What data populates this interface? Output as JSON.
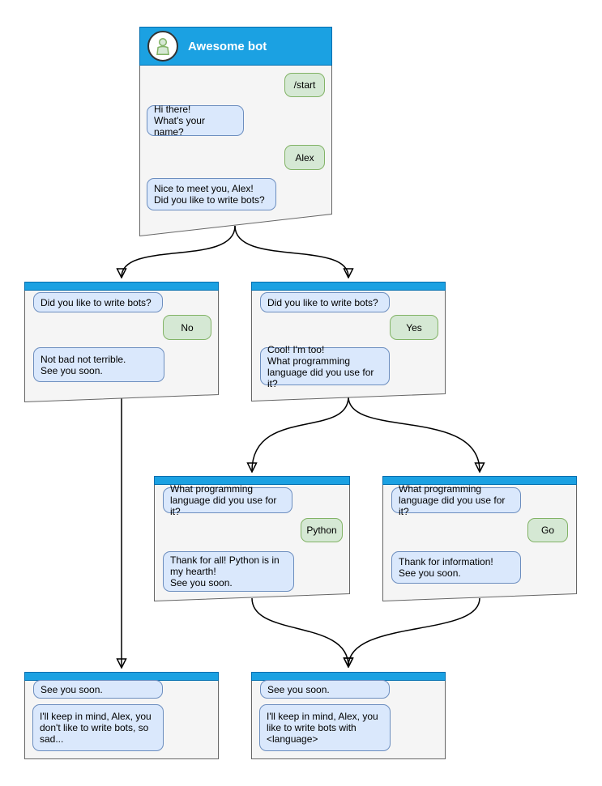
{
  "diagram": {
    "type": "chat-bot-flowchart",
    "bot_title": "Awesome bot"
  },
  "colors": {
    "header_fill": "#1ba1e2",
    "header_stroke": "#006eaf",
    "window_fill": "#f5f5f5",
    "window_stroke": "#666666",
    "bot_bubble_fill": "#dae8fc",
    "bot_bubble_stroke": "#6c8ebf",
    "user_bubble_fill": "#d5e8d4",
    "user_bubble_stroke": "#82b366",
    "connector": "#000000"
  },
  "windows": [
    {
      "id": "start",
      "title": "Awesome bot",
      "bubbles": [
        {
          "from": "user",
          "text": "/start"
        },
        {
          "from": "bot",
          "text": "Hi there!\nWhat's your name?"
        },
        {
          "from": "user",
          "text": "Alex"
        },
        {
          "from": "bot",
          "text": "Nice to meet you, Alex!\nDid you like to write bots?"
        }
      ]
    },
    {
      "id": "branch-no",
      "bubbles": [
        {
          "from": "bot",
          "text": "Did you like to write bots?"
        },
        {
          "from": "user",
          "text": "No"
        },
        {
          "from": "bot",
          "text": "Not bad not terrible.\nSee you soon."
        }
      ]
    },
    {
      "id": "branch-yes",
      "bubbles": [
        {
          "from": "bot",
          "text": "Did you like to write bots?"
        },
        {
          "from": "user",
          "text": "Yes"
        },
        {
          "from": "bot",
          "text": "Cool! I'm too!\nWhat programming\nlanguage did you use for it?"
        }
      ]
    },
    {
      "id": "branch-python",
      "bubbles": [
        {
          "from": "bot",
          "text": "What programming\nlanguage did you use for it?"
        },
        {
          "from": "user",
          "text": "Python"
        },
        {
          "from": "bot",
          "text": "Thank for all! Python is in\nmy hearth!\nSee you soon."
        }
      ]
    },
    {
      "id": "branch-go",
      "bubbles": [
        {
          "from": "bot",
          "text": "What programming\nlanguage did you use for it?"
        },
        {
          "from": "user",
          "text": "Go"
        },
        {
          "from": "bot",
          "text": "Thank for information!\nSee you soon."
        }
      ]
    },
    {
      "id": "end-negative",
      "bubbles": [
        {
          "from": "bot",
          "text": "See you soon."
        },
        {
          "from": "bot",
          "text": "I'll keep in mind, Alex, you\ndon't like to write bots, so\nsad..."
        }
      ]
    },
    {
      "id": "end-positive",
      "bubbles": [
        {
          "from": "bot",
          "text": "See you soon."
        },
        {
          "from": "bot",
          "text": "I'll keep in mind, Alex, you\nlike to write bots with\n<language>"
        }
      ]
    }
  ],
  "edges": [
    {
      "from": "start",
      "to": "branch-no"
    },
    {
      "from": "start",
      "to": "branch-yes"
    },
    {
      "from": "branch-yes",
      "to": "branch-python"
    },
    {
      "from": "branch-yes",
      "to": "branch-go"
    },
    {
      "from": "branch-no",
      "to": "end-negative"
    },
    {
      "from": "branch-python",
      "to": "end-positive"
    },
    {
      "from": "branch-go",
      "to": "end-positive"
    }
  ]
}
